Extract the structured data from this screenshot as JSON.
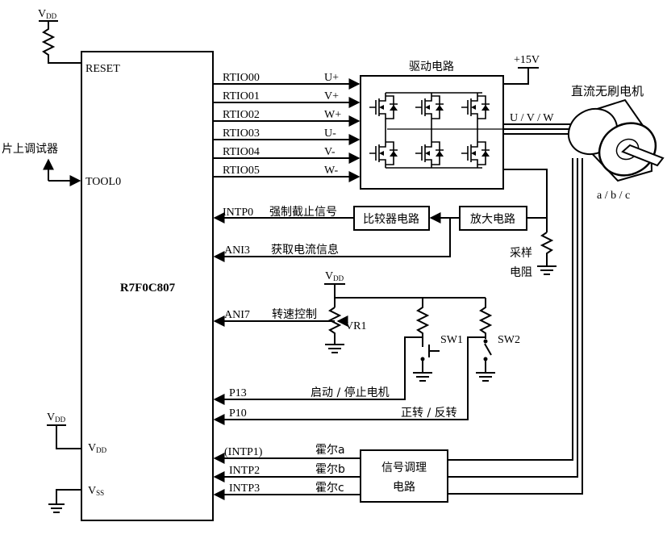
{
  "mcu": {
    "name": "R7F0C807",
    "pins": {
      "reset": "RESET",
      "tool0": "TOOL0",
      "vdd": "VDD",
      "vss": "VSS",
      "rtio": [
        "RTIO00",
        "RTIO01",
        "RTIO02",
        "RTIO03",
        "RTIO04",
        "RTIO05"
      ],
      "intp0": "INTP0",
      "ani3": "ANI3",
      "ani7": "ANI7",
      "p13": "P13",
      "p10": "P10",
      "intp1": "(INTP1)",
      "intp2": "INTP2",
      "intp3": "INTP3"
    }
  },
  "supply": {
    "v_main": "V",
    "v_sub": "DD",
    "plus15": "+15V"
  },
  "debugger": "片上调试器",
  "phase_outputs": [
    "U+",
    "V+",
    "W+",
    "U-",
    "V-",
    "W-"
  ],
  "driver": {
    "title": "驱动电路"
  },
  "motor": {
    "title": "直流无刷电机",
    "phases": "U / V / W",
    "hall_label": "a / b / c"
  },
  "signals": {
    "intp0": "强制截止信号",
    "ani3": "获取电流信息",
    "ani7": "转速控制",
    "p13": "启动 / 停止电机",
    "p10": "正转 / 反转",
    "hall": [
      "霍尔a",
      "霍尔b",
      "霍尔c"
    ]
  },
  "blocks": {
    "comparator": "比较器电路",
    "amplifier": "放大电路",
    "sample_resistor": [
      "采样",
      "电阻"
    ],
    "conditioning": [
      "信号调理",
      "电路"
    ]
  },
  "components": {
    "vr1": "VR1",
    "sw1": "SW1",
    "sw2": "SW2"
  }
}
